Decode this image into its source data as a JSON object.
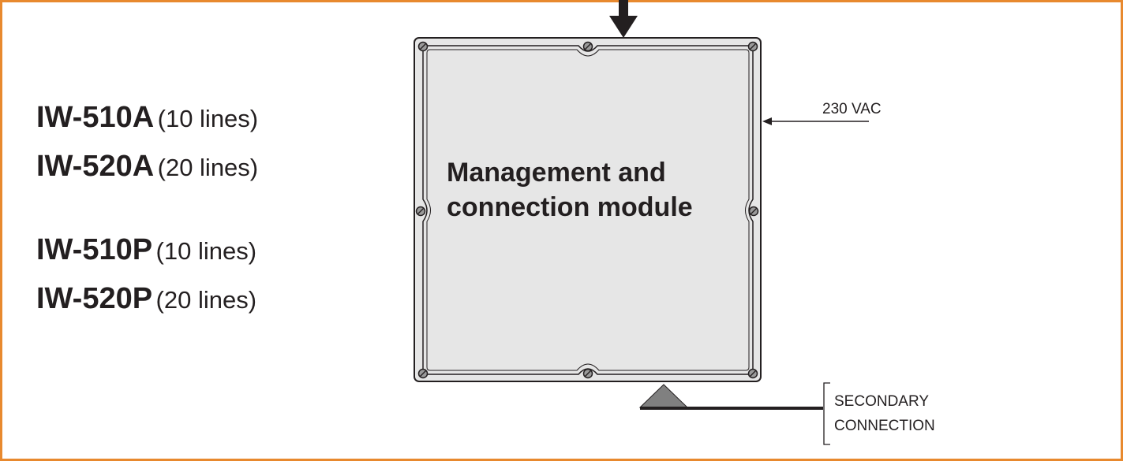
{
  "colors": {
    "frame": "#e8892e",
    "module_fill": "#e6e6e6",
    "stroke": "#231f20",
    "triangle": "#808080"
  },
  "models": [
    {
      "code": "IW-510A",
      "lines": "(10 lines)"
    },
    {
      "code": "IW-520A",
      "lines": "(20 lines)"
    },
    {
      "code": "IW-510P",
      "lines": "(10 lines)"
    },
    {
      "code": "IW-520P",
      "lines": "(20 lines)"
    }
  ],
  "module": {
    "title_line1": "Management and",
    "title_line2": "connection module"
  },
  "power_input": {
    "label": "230 VAC"
  },
  "secondary": {
    "line1": "SECONDARY",
    "line2": "CONNECTION"
  },
  "icons": [
    "down-arrow-icon",
    "left-arrow-icon",
    "screw-icon",
    "triangle-marker-icon"
  ]
}
